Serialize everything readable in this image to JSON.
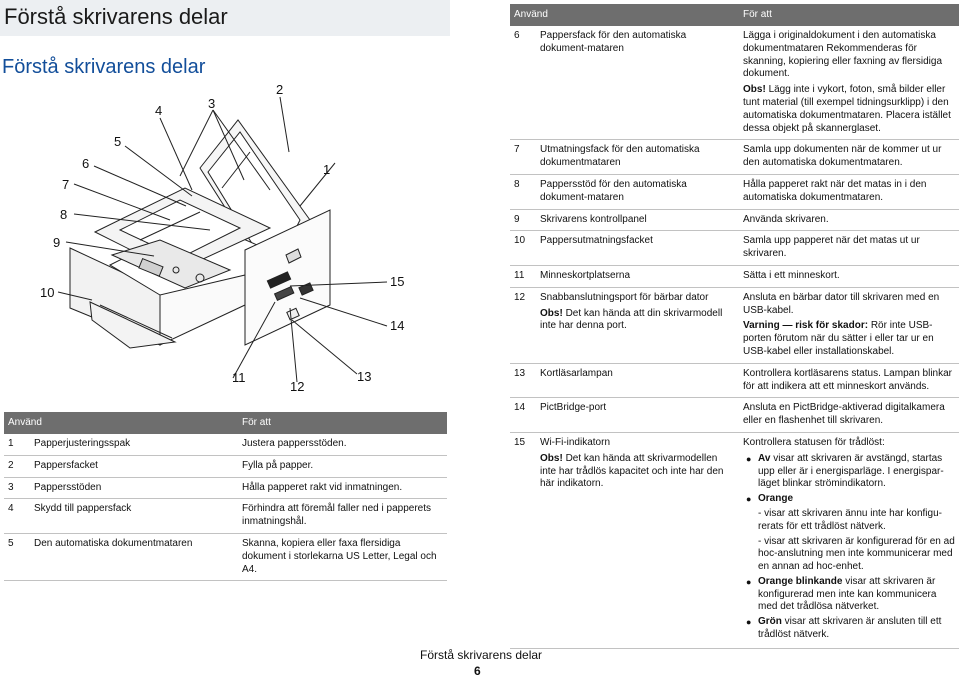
{
  "header": {
    "title": "Förstå skrivarens delar"
  },
  "section_title": "Förstå skrivarens delar",
  "callouts": [
    "1",
    "2",
    "3",
    "4",
    "5",
    "6",
    "7",
    "8",
    "9",
    "10",
    "11",
    "12",
    "13",
    "14",
    "15"
  ],
  "left_table": {
    "col_use": "Använd",
    "col_purpose": "För att",
    "rows": [
      {
        "num": "1",
        "name": "Papperjusteringsspak",
        "purpose": "Justera pappersstöden."
      },
      {
        "num": "2",
        "name": "Pappersfacket",
        "purpose": "Fylla på papper."
      },
      {
        "num": "3",
        "name": "Pappersstöden",
        "purpose": "Hålla papperet rakt vid inmatningen."
      },
      {
        "num": "4",
        "name": "Skydd till pappersfack",
        "purpose": "Förhindra att föremål faller ned i papperets inmatningshål."
      },
      {
        "num": "5",
        "name": "Den automatiska dokumentmataren",
        "purpose": "Skanna, kopiera eller faxa flersidiga dokument i storlekarna US Letter, Legal och A4."
      }
    ]
  },
  "right_table": {
    "col_use": "Använd",
    "col_purpose": "För att",
    "r6": {
      "num": "6",
      "name": "Pappersfack för den automatiska dokument-mataren",
      "purpose": "Lägga i originaldokument i den automatiska dokumentmataren Rekommenderas för skanning, kopiering eller faxning av flersidiga dokument.",
      "note_label": "Obs!",
      "note": "Lägg inte i vykort, foton, små bilder eller tunt material (till exempel tidningsurklipp) i den automatiska dokumentmataren. Placera istället dessa objekt på skannerglaset."
    },
    "r7": {
      "num": "7",
      "name": "Utmatningsfack för den automatiska dokumentmataren",
      "purpose": "Samla upp dokumenten när de kommer ut ur den automatiska dokumentmataren."
    },
    "r8": {
      "num": "8",
      "name": "Pappersstöd för den automatiska dokument-mataren",
      "purpose": "Hålla papperet rakt när det matas in i den automatiska dokumentmataren."
    },
    "r9": {
      "num": "9",
      "name": "Skrivarens kontrollpanel",
      "purpose": "Använda skrivaren."
    },
    "r10": {
      "num": "10",
      "name": "Pappersutmatningsfacket",
      "purpose": "Samla upp papperet när det matas ut ur skrivaren."
    },
    "r11": {
      "num": "11",
      "name": "Minneskortplatserna",
      "purpose": "Sätta i ett minneskort."
    },
    "r12": {
      "num": "12",
      "name": "Snabbanslutningsport för bärbar dator",
      "name_note_label": "Obs!",
      "name_note": "Det kan hända att din skrivarmodell inte har denna port.",
      "purpose": "Ansluta en bärbar dator till skrivaren med en USB-kabel.",
      "warn_label": "Varning — risk för skador:",
      "warn": "Rör inte USB-porten förutom när du sätter i eller tar ur en USB-kabel eller installationskabel."
    },
    "r13": {
      "num": "13",
      "name": "Kortläsarlampan",
      "purpose": "Kontrollera kortläsarens status. Lampan blinkar för att indikera att ett minneskort används."
    },
    "r14": {
      "num": "14",
      "name": "PictBridge-port",
      "purpose": "Ansluta en PictBridge-aktiverad digitalkamera eller en flashenhet till skrivaren."
    },
    "r15": {
      "num": "15",
      "name": "Wi-Fi-indikatorn",
      "name_note_label": "Obs!",
      "name_note": "Det kan hända att skrivarmodellen inte har trådlös kapacitet och inte har den här indikatorn.",
      "purpose": "Kontrollera statusen för trådlöst:",
      "led_off_label": "Av",
      "led_off": "visar att skrivaren är avstängd, startas upp eller är i energisparläge. I energispar-läget blinkar strömindikatorn.",
      "led_orange_label": "Orange",
      "led_orange_1": "- visar att skrivaren ännu inte har konfigu-rerats för ett trådlöst nätverk.",
      "led_orange_2": "- visar att skrivaren är konfigurerad för en ad hoc-anslutning men inte kommunicerar med en annan ad hoc-enhet.",
      "led_blink_label": "Orange blinkande",
      "led_blink": "visar att skrivaren är konfigurerad men inte kan kommunicera med det trådlösa nätverket.",
      "led_green_label": "Grön",
      "led_green": "visar att skrivaren är ansluten till ett trådlöst nätverk."
    }
  },
  "footer": {
    "title": "Förstå skrivarens delar",
    "page": "6"
  }
}
